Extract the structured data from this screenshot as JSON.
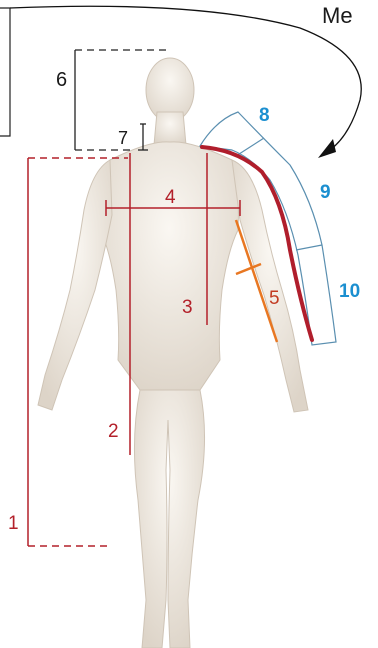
{
  "header": {
    "title_fragment": "Me"
  },
  "measurements": {
    "m1": "1",
    "m2": "2",
    "m3": "3",
    "m4": "4",
    "m5": "5",
    "m6": "6",
    "m7": "7",
    "m8": "8",
    "m9": "9",
    "m10": "10"
  },
  "colors": {
    "measure_red": "#b3202a",
    "arm_red": "#b01e2c",
    "segment_blue": "#1b8fd0",
    "segment_outline": "#5a8fb0",
    "orange": "#e87722",
    "skin": "#eee8df"
  }
}
